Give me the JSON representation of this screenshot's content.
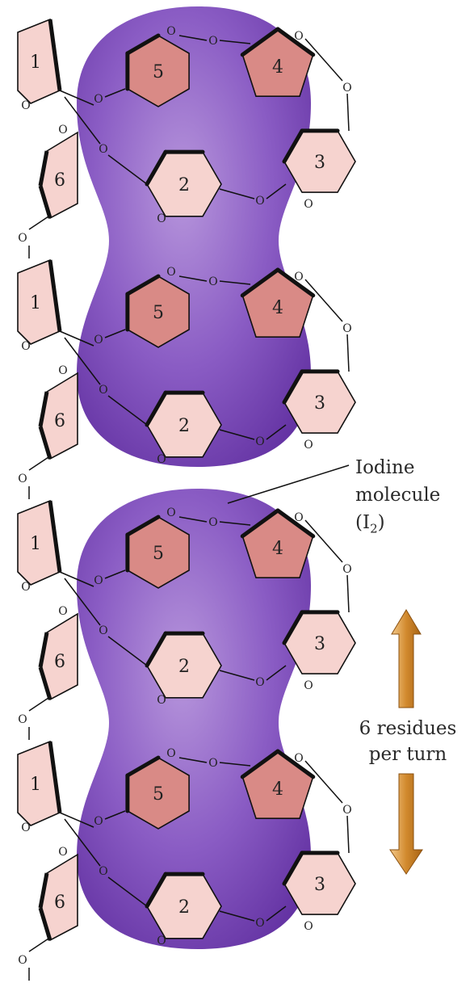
{
  "residue_labels": [
    "1",
    "2",
    "3",
    "4",
    "5",
    "6"
  ],
  "linkage_atom": "O",
  "iodine_label": {
    "line1": "Iodine",
    "line2": "molecule",
    "formula_open": "(I",
    "formula_sub": "2",
    "formula_close": ")"
  },
  "turn_label": {
    "line1": "6 residues",
    "line2": "per turn"
  },
  "colors": {
    "iodine_dark": "#6a3aa8",
    "iodine_light": "#b08ad8",
    "ring_light": "#f6d3cf",
    "ring_dark": "#d98a86",
    "arrow": "#cf8a2e",
    "line": "#111111"
  },
  "turn_count": 4
}
